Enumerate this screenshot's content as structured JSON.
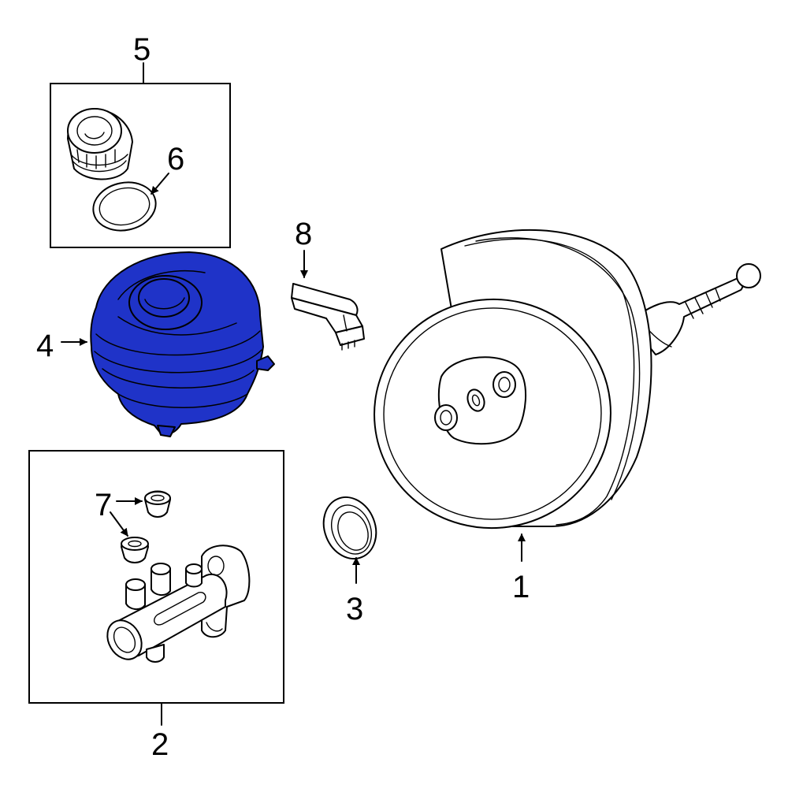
{
  "diagram": {
    "highlight_color": "#1f33c8",
    "callouts": [
      {
        "id": "1",
        "label": "1"
      },
      {
        "id": "2",
        "label": "2"
      },
      {
        "id": "3",
        "label": "3"
      },
      {
        "id": "4",
        "label": "4"
      },
      {
        "id": "5",
        "label": "5"
      },
      {
        "id": "6",
        "label": "6"
      },
      {
        "id": "7",
        "label": "7"
      },
      {
        "id": "8",
        "label": "8"
      }
    ]
  }
}
